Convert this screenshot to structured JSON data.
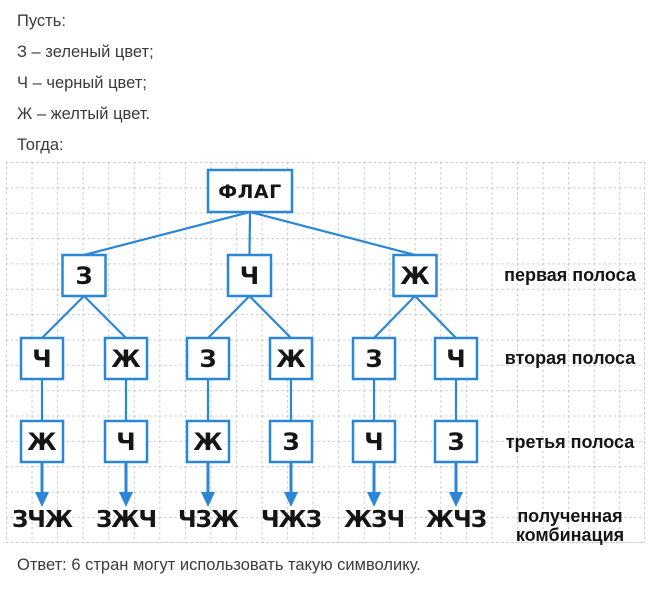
{
  "intro": {
    "lines": [
      "Пусть:",
      "З – зеленый цвет;",
      "Ч – черный цвет;",
      "Ж – желтый цвет.",
      "Тогда:"
    ]
  },
  "diagram": {
    "root_label": "ФЛАГ",
    "level1_nodes": [
      "З",
      "Ч",
      "Ж"
    ],
    "level2_nodes": [
      "Ч",
      "Ж",
      "З",
      "Ж",
      "З",
      "Ч"
    ],
    "level3_nodes": [
      "Ж",
      "Ч",
      "Ж",
      "З",
      "Ч",
      "З"
    ],
    "combinations": [
      "ЗЧЖ",
      "ЗЖЧ",
      "ЧЗЖ",
      "ЧЖЗ",
      "ЖЗЧ",
      "ЖЧЗ"
    ],
    "row_labels": [
      "первая полоса",
      "вторая полоса",
      "третья полоса"
    ],
    "result_label": [
      "полученная",
      "комбинация"
    ],
    "colors": {
      "accent_blue": "#2b87d6",
      "grid_line": "#cbcbcb",
      "text_dark": "#151515"
    }
  },
  "answer": {
    "text": "Ответ: 6 стран могут использовать такую символику."
  }
}
